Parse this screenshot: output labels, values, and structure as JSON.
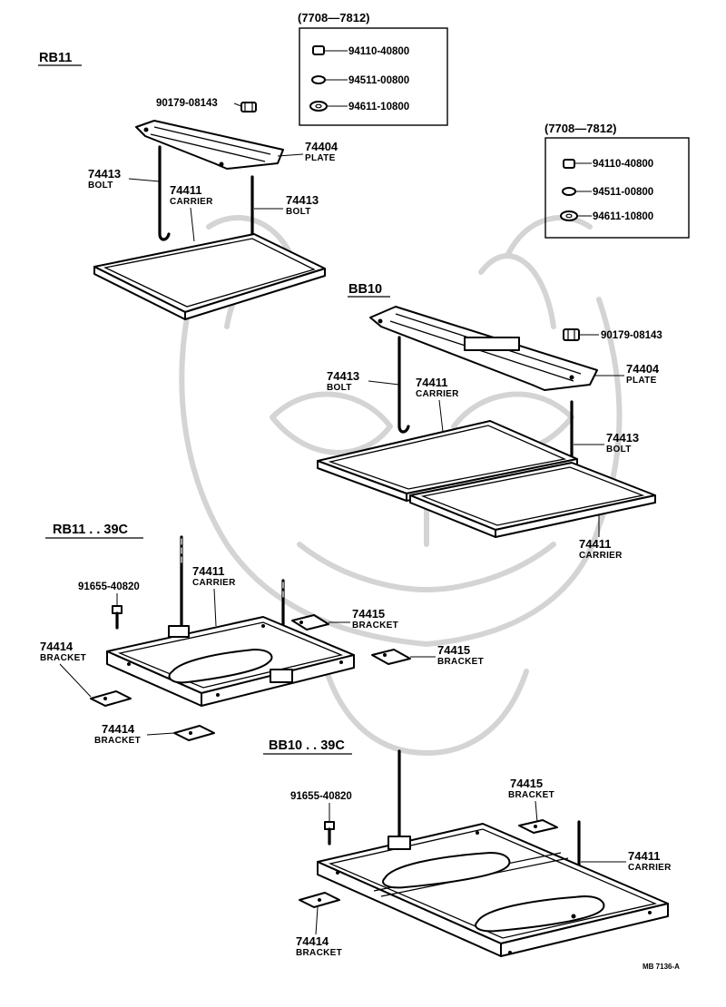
{
  "sections": {
    "rb11": "RB11",
    "bb10": "BB10",
    "rb11_39c": "RB11 . . 39C",
    "bb10_39c": "BB10 . . 39C"
  },
  "boxes": {
    "box1": {
      "title": "(7708—7812)",
      "items": [
        "94110-40800",
        "94511-00800",
        "94611-10800"
      ]
    },
    "box2": {
      "title": "(7708—7812)",
      "items": [
        "94110-40800",
        "94511-00800",
        "94611-10800"
      ]
    }
  },
  "callouts": {
    "rb11": {
      "nut": {
        "number": "90179-08143"
      },
      "plate": {
        "number": "74404",
        "name": "PLATE"
      },
      "bolt_left": {
        "number": "74413",
        "name": "BOLT"
      },
      "carrier": {
        "number": "74411",
        "name": "CARRIER"
      },
      "bolt_right": {
        "number": "74413",
        "name": "BOLT"
      }
    },
    "bb10": {
      "nut": {
        "number": "90179-08143"
      },
      "plate": {
        "number": "74404",
        "name": "PLATE"
      },
      "bolt_left": {
        "number": "74413",
        "name": "BOLT"
      },
      "carrier_top": {
        "number": "74411",
        "name": "CARRIER"
      },
      "bolt_right": {
        "number": "74413",
        "name": "BOLT"
      },
      "carrier_bottom": {
        "number": "74411",
        "name": "CARRIER"
      }
    },
    "rb11_39c": {
      "screw": {
        "number": "91655-40820"
      },
      "carrier": {
        "number": "74411",
        "name": "CARRIER"
      },
      "bracket_right_top": {
        "number": "74415",
        "name": "BRACKET"
      },
      "bracket_right": {
        "number": "74415",
        "name": "BRACKET"
      },
      "bracket_left": {
        "number": "74414",
        "name": "BRACKET"
      },
      "bracket_bottom": {
        "number": "74414",
        "name": "BRACKET"
      }
    },
    "bb10_39c": {
      "screw": {
        "number": "91655-40820"
      },
      "bracket_top": {
        "number": "74415",
        "name": "BRACKET"
      },
      "carrier": {
        "number": "74411",
        "name": "CARRIER"
      },
      "bracket_bottom": {
        "number": "74414",
        "name": "BRACKET"
      }
    }
  },
  "figure_code": "MB 7136-A"
}
